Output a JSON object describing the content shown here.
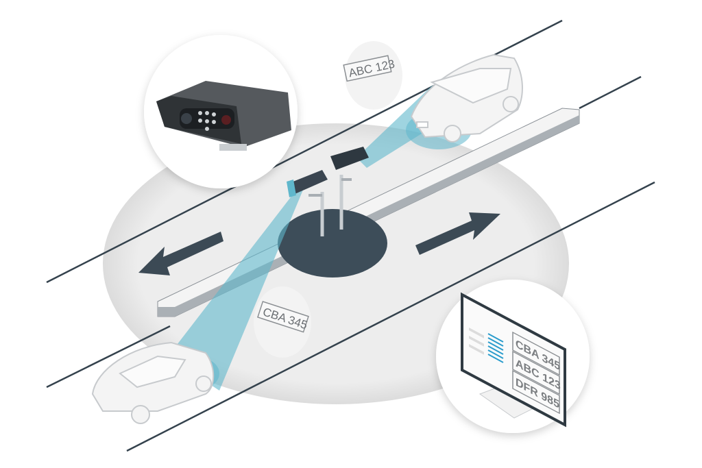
{
  "plates": {
    "rear_car": "ABC 123",
    "front_car": "CBA 345"
  },
  "monitor": {
    "plates": [
      "CBA 345",
      "ABC 123",
      "DFR 985"
    ]
  },
  "colors": {
    "beam": "#5fb7cc",
    "road_line": "#34424d",
    "arrow": "#3c4a55",
    "platform": "#ececec",
    "list_accent": "#2a9ccc"
  }
}
